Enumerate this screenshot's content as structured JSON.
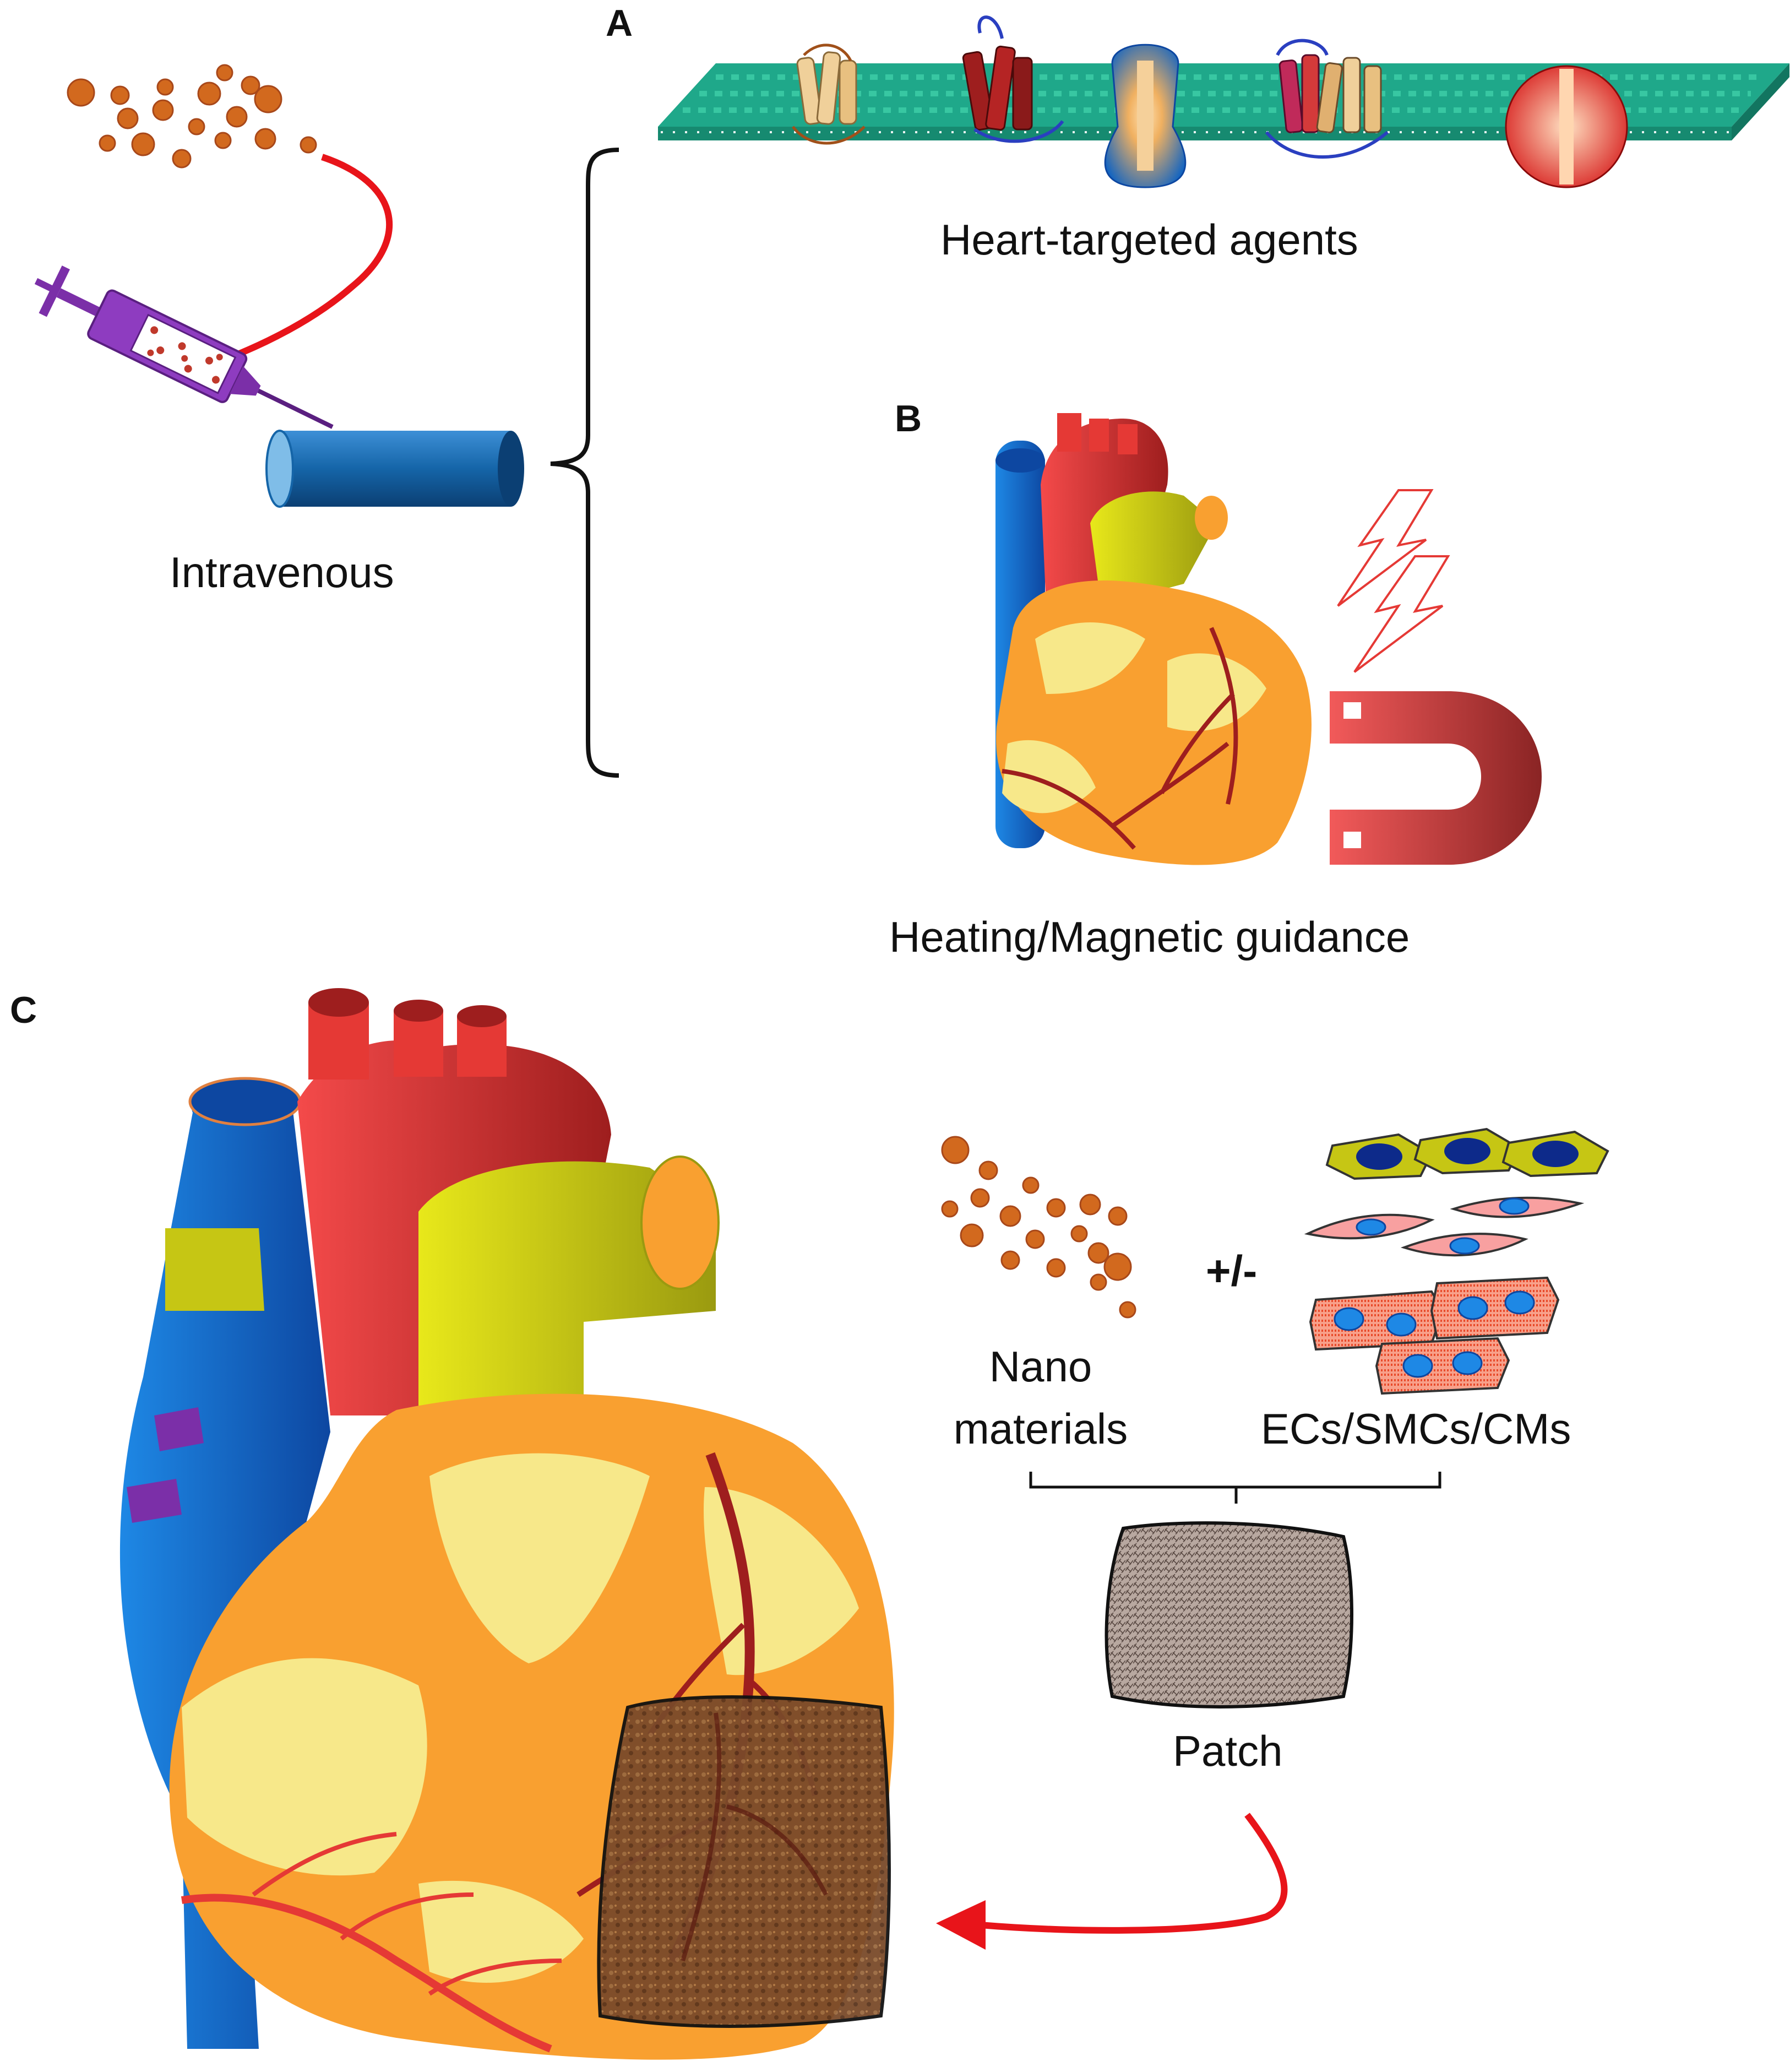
{
  "panels": {
    "a": "A",
    "b": "B",
    "c": "C"
  },
  "labels": {
    "intravenous": "Intravenous",
    "heart_targeted": "Heart-targeted agents",
    "heating_magnetic": "Heating/Magnetic guidance",
    "plus_minus": "+/-",
    "nano_line1": "Nano",
    "nano_line2": "materials",
    "cells": "ECs/SMCs/CMs",
    "patch": "Patch"
  },
  "colors": {
    "nanoparticle": "#d2691e",
    "arrow": "#e8141a",
    "syringe": "#7b2fa8",
    "vessel": "#1565a8",
    "membrane": "#1fa88a",
    "aorta": "#e53935",
    "vena_cava": "#1565c0",
    "pulmonary": "#c6c614",
    "myocardium": "#f9a030",
    "magnet": "#e84a4a",
    "patch": "#7a4a28"
  },
  "icons": [
    "syringe-icon",
    "blood-vessel-icon",
    "cell-membrane-icon",
    "heart-icon",
    "lightning-icon",
    "magnet-icon",
    "patch-icon",
    "cells-icon"
  ]
}
